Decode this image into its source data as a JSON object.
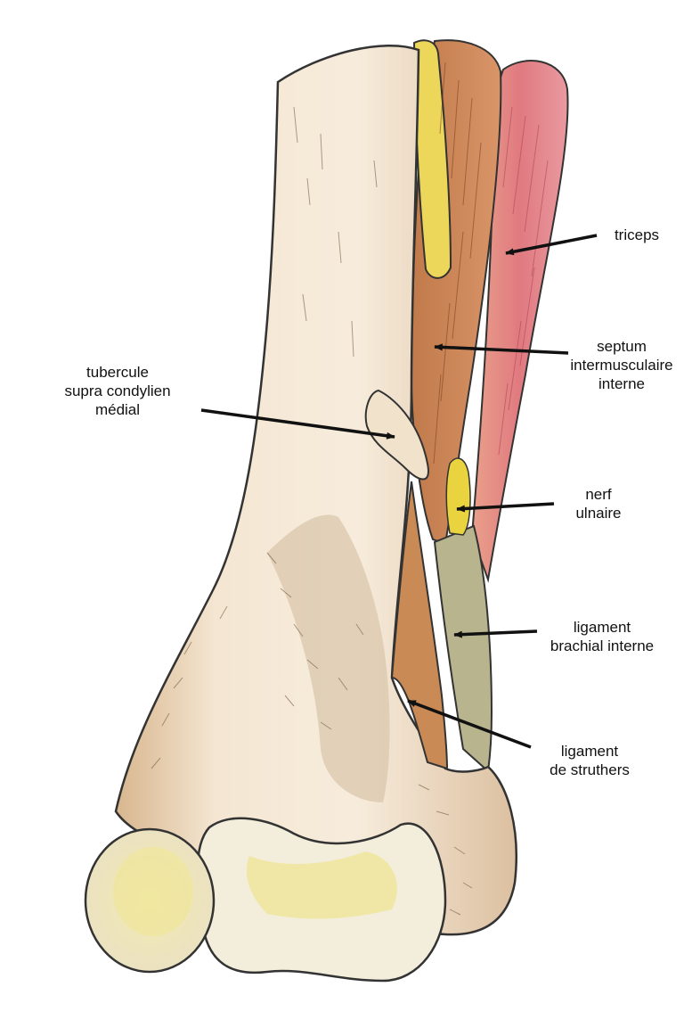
{
  "labels": {
    "triceps": [
      "triceps"
    ],
    "septum": [
      "septum",
      "intermusculaire",
      "interne"
    ],
    "tubercule": [
      "tubercule",
      "supra condylien",
      "médial"
    ],
    "nerf": [
      "nerf",
      "ulnaire"
    ],
    "ligament_brachial": [
      "ligament",
      "brachial interne"
    ],
    "ligament_struthers": [
      "ligament",
      "de struthers"
    ]
  },
  "colors": {
    "bone": "#f2e4cf",
    "bone_shadow": "#c9a47a",
    "muscle_triceps": "#e58a8a",
    "septum": "#c98652",
    "nerve": "#e8d24a",
    "ligament": "#b9b38a",
    "cartilage": "#efe59a",
    "arrow": "#111111"
  }
}
